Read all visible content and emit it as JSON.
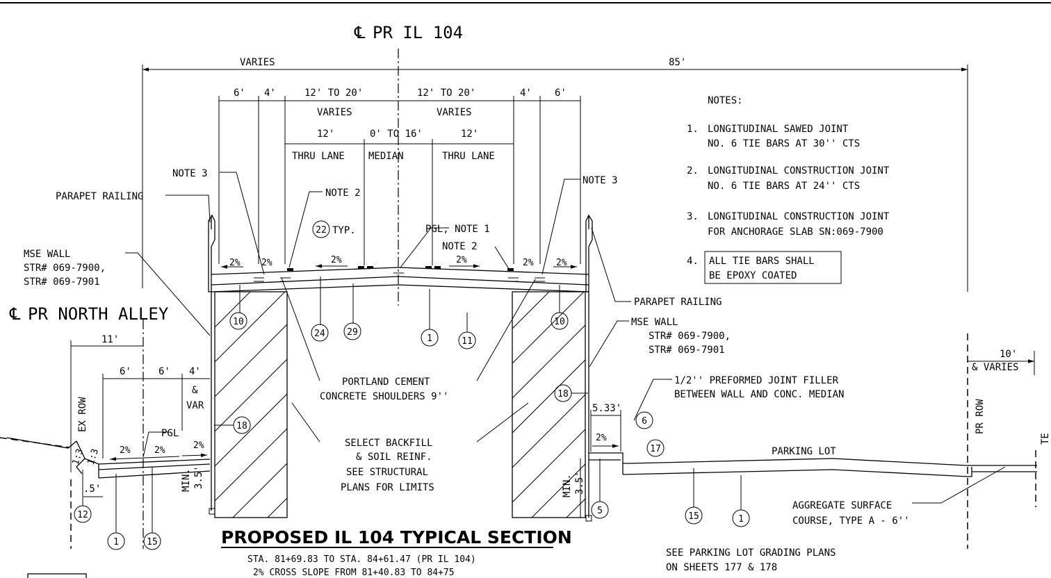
{
  "centerline_main": "PR IL 104",
  "centerline_alley": "PR NORTH ALLEY",
  "dims": {
    "left_total": "VARIES",
    "right_total": "85'",
    "six_l": "6'",
    "four_l": "4'",
    "range_l": "12' TO 20'",
    "varies_l": "VARIES",
    "range_r": "12' TO 20'",
    "varies_r": "VARIES",
    "four_r": "4'",
    "six_r": "6'",
    "lane_l": "12'",
    "median": "0' TO 16'",
    "lane_r": "12'",
    "alley_11": "11'",
    "alley_6a": "6'",
    "alley_6b": "6'",
    "alley_4": "4'",
    "alley_and": "&",
    "alley_var": "VAR",
    "half_ft": ".5'",
    "min_l": "MIN.",
    "min_l_val": "3.5'",
    "min_r": "MIN.",
    "min_r_val": "3.5'",
    "off_r": "5.33'",
    "pr_row_dim": "10'",
    "pr_row_varies": "& VARIES"
  },
  "lane_labels": {
    "thru_l": "THRU LANE",
    "median": "MEDIAN",
    "thru_r": "THRU LANE"
  },
  "slopes": {
    "s1": "2%",
    "s2": "2%",
    "s3": "2%",
    "s4": "2%",
    "s5": "2%",
    "s6": "2%",
    "a1": "2%",
    "a2": "2%",
    "a3": "2%",
    "p1": "2%",
    "ratio1": "1:3",
    "ratio2": "1:3"
  },
  "callouts": {
    "note3_l": "NOTE 3",
    "note3_r": "NOTE 3",
    "note2_a": "NOTE 2",
    "note2_b": "NOTE 2",
    "typ": "TYP.",
    "pgl_note1": "PGL, NOTE 1",
    "parapet_l": "PARAPET RAILING",
    "parapet_r": "PARAPET RAILING",
    "mse_l": [
      "MSE WALL",
      "STR# 069-7900,",
      "STR# 069-7901"
    ],
    "mse_r": [
      "MSE WALL",
      "STR# 069-7900,",
      "STR# 069-7901"
    ],
    "pcc": [
      "PORTLAND CEMENT",
      "CONCRETE SHOULDERS 9''"
    ],
    "joint_filler": [
      "1/2'' PREFORMED JOINT FILLER",
      "BETWEEN WALL AND CONC. MEDIAN"
    ],
    "backfill": [
      "SELECT BACKFILL",
      "& SOIL REINF.",
      "SEE STRUCTURAL",
      "PLANS FOR LIMITS"
    ],
    "parking_lot": "PARKING LOT",
    "aggregate": [
      "AGGREGATE SURFACE",
      "COURSE, TYPE A - 6''"
    ],
    "pgl_alley": "PGL",
    "ex_row": "EX ROW",
    "pr_row": "PR ROW",
    "te": "TE"
  },
  "bubbles": [
    "22",
    "10",
    "24",
    "29",
    "1",
    "11",
    "10",
    "18",
    "18",
    "6",
    "17",
    "5",
    "15",
    "1",
    "12",
    "1",
    "15"
  ],
  "notes": {
    "heading": "NOTES:",
    "items": [
      {
        "num": "1.",
        "l1": "LONGITUDINAL SAWED JOINT",
        "l2": "NO. 6 TIE BARS AT 30'' CTS"
      },
      {
        "num": "2.",
        "l1": "LONGITUDINAL CONSTRUCTION JOINT",
        "l2": "NO. 6 TIE BARS AT 24'' CTS"
      },
      {
        "num": "3.",
        "l1": "LONGITUDINAL CONSTRUCTION JOINT",
        "l2": "FOR ANCHORAGE SLAB SN:069-7900"
      },
      {
        "num": "4.",
        "l1": "ALL TIE BARS SHALL",
        "l2": "BE EPOXY COATED"
      }
    ]
  },
  "title": {
    "main": "PROPOSED IL 104 TYPICAL SECTION",
    "sub1": "STA. 81+69.83 TO STA. 84+61.47 (PR IL 104)",
    "sub2": "2% CROSS SLOPE FROM 81+40.83 TO 84+75"
  },
  "parking_ref": [
    "SEE PARKING LOT GRADING PLANS",
    "ON SHEETS 177 & 178"
  ]
}
